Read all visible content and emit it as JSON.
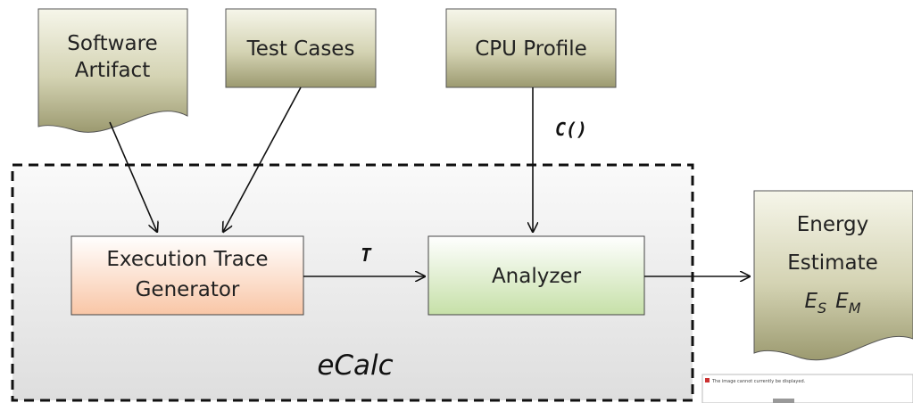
{
  "diagram": {
    "inputs": {
      "software_artifact": {
        "line1": "Software",
        "line2": "Artifact"
      },
      "test_cases": {
        "label": "Test Cases"
      },
      "cpu_profile": {
        "label": "CPU Profile"
      }
    },
    "system": {
      "label": "eCalc"
    },
    "components": {
      "trace_generator": {
        "line1": "Execution Trace",
        "line2": "Generator"
      },
      "analyzer": {
        "label": "Analyzer"
      }
    },
    "output": {
      "line1": "Energy",
      "line2": "Estimate",
      "es_main": "E",
      "es_sub": "S",
      "em_main": "E",
      "em_sub": "M"
    },
    "edge_labels": {
      "cpu_function": "C()",
      "trace": "T"
    },
    "broken_image": {
      "text": "The image cannot currently be displayed."
    }
  }
}
